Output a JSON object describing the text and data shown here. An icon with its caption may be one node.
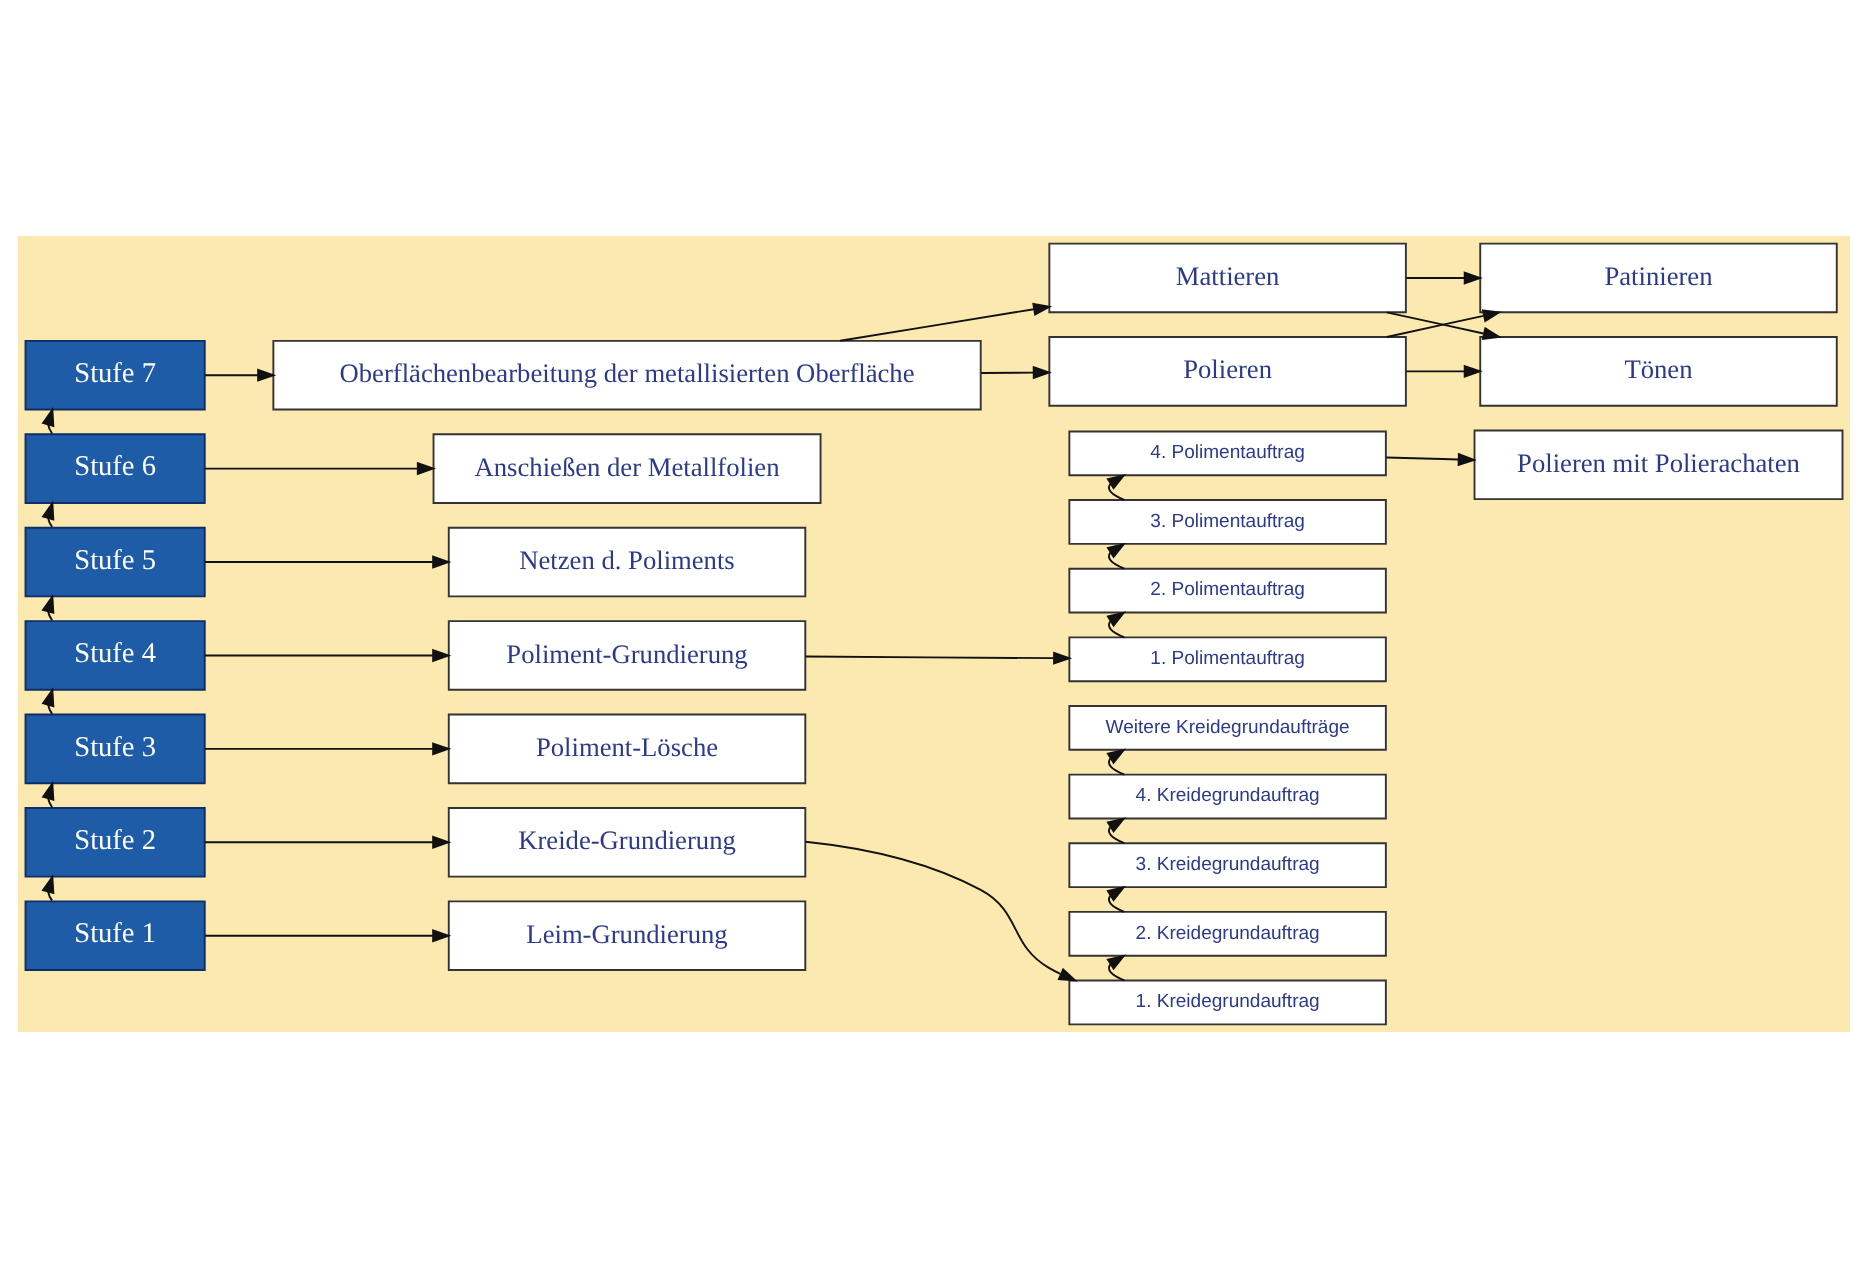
{
  "diagram": {
    "nodes": [
      {
        "text": [
          "Stufe 7"
        ]
      },
      {
        "text": [
          "Oberflächenbearbeitung der metallisierten Oberfläche"
        ]
      },
      {
        "text": [
          "Mattieren"
        ]
      },
      {
        "text": [
          "Patinieren"
        ]
      },
      {
        "text": [
          "Polieren"
        ]
      },
      {
        "text": [
          "Tönen"
        ]
      },
      {
        "text": [
          "Stufe 6"
        ]
      },
      {
        "text": [
          "Anschießen der Metallfolien"
        ]
      },
      {
        "text": [
          "Stufe 5"
        ]
      },
      {
        "text": [
          "Netzen d. Poliments"
        ]
      },
      {
        "text": [
          "4. Polimentauftrag"
        ]
      },
      {
        "text": [
          "Polieren mit Polierachaten"
        ]
      },
      {
        "text": [
          "3. Polimentauftrag"
        ]
      },
      {
        "text": [
          "2. Polimentauftrag"
        ]
      },
      {
        "text": [
          "Stufe 4"
        ]
      },
      {
        "text": [
          "Poliment-Grundierung"
        ]
      },
      {
        "text": [
          "1. Polimentauftrag"
        ]
      },
      {
        "text": [
          "Stufe 3"
        ]
      },
      {
        "text": [
          "Poliment-Lösche"
        ]
      },
      {
        "text": [
          "Weitere Kreidegrundaufträge"
        ]
      },
      {
        "text": [
          "4. Kreidegrundauftrag"
        ]
      },
      {
        "text": [
          "3. Kreidegrundauftrag"
        ]
      },
      {
        "text": [
          "Stufe 2"
        ]
      },
      {
        "text": [
          "Kreide-Grundierung"
        ]
      },
      {
        "text": [
          "2. Kreidegrundauftrag"
        ]
      },
      {
        "text": [
          "1. Kreidegrundauftrag"
        ]
      },
      {
        "text": [
          "Stufe 1"
        ]
      },
      {
        "text": [
          "Leim-Grundierung"
        ]
      }
    ],
    "edges": [
      {
        "from": 26,
        "to": 22,
        "arrow": "to"
      },
      {
        "from": 22,
        "to": 17,
        "arrow": "to"
      },
      {
        "from": 17,
        "to": 14,
        "arrow": "to"
      },
      {
        "from": 14,
        "to": 8,
        "arrow": "to"
      },
      {
        "from": 8,
        "to": 6,
        "arrow": "to"
      },
      {
        "from": 6,
        "to": 0,
        "arrow": "to"
      },
      {
        "from": 0,
        "to": 1,
        "arrow": "to"
      },
      {
        "from": 6,
        "to": 7,
        "arrow": "to"
      },
      {
        "from": 8,
        "to": 9,
        "arrow": "to"
      },
      {
        "from": 14,
        "to": 15,
        "arrow": "to"
      },
      {
        "from": 17,
        "to": 18,
        "arrow": "to"
      },
      {
        "from": 22,
        "to": 23,
        "arrow": "to"
      },
      {
        "from": 26,
        "to": 27,
        "arrow": "to"
      },
      {
        "from": 1,
        "to": 2,
        "arrow": "to"
      },
      {
        "from": 1,
        "to": 4,
        "arrow": "to"
      },
      {
        "from": 2,
        "to": 3,
        "arrow": "to"
      },
      {
        "from": 2,
        "to": 5,
        "arrow": "to"
      },
      {
        "from": 4,
        "to": 3,
        "arrow": "to"
      },
      {
        "from": 4,
        "to": 5,
        "arrow": "to"
      },
      {
        "from": 15,
        "to": 16,
        "arrow": "to"
      },
      {
        "from": 16,
        "to": 13,
        "arrow": "to"
      },
      {
        "from": 13,
        "to": 12,
        "arrow": "to"
      },
      {
        "from": 12,
        "to": 10,
        "arrow": "to"
      },
      {
        "from": 10,
        "to": 11,
        "arrow": "to"
      },
      {
        "from": 23,
        "to": 25,
        "arrow": "to"
      },
      {
        "from": 25,
        "to": 24,
        "arrow": "to"
      },
      {
        "from": 24,
        "to": 21,
        "arrow": "to"
      },
      {
        "from": 21,
        "to": 20,
        "arrow": "to"
      },
      {
        "from": 20,
        "to": 19,
        "arrow": "to"
      }
    ]
  }
}
